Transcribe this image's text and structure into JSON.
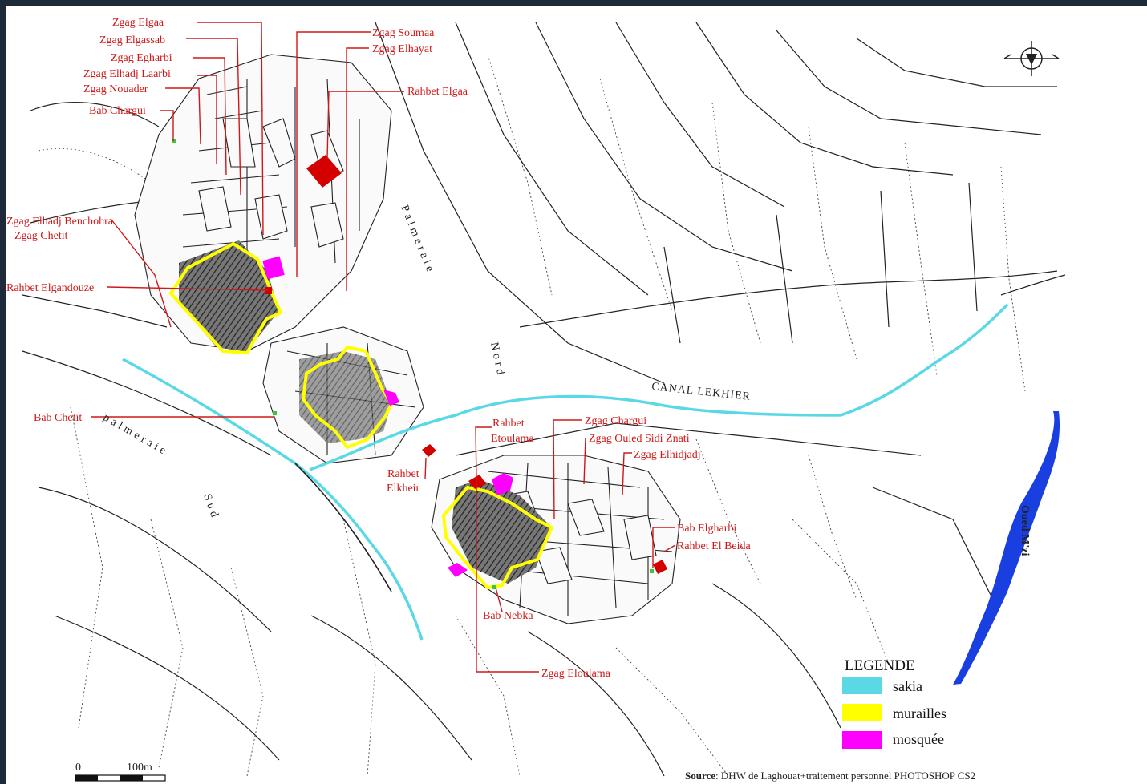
{
  "map": {
    "labels": {
      "zgag_elgaa": "Zgag Elgaa",
      "zgag_elgassab": "Zgag Elgassab",
      "zgag_egharbi": "Zgag Egharbi",
      "zgag_elhadj_laarbi": "Zgag Elhadj Laarbi",
      "zgag_nouader": "Zgag Nouader",
      "bab_chargui": "Bab Chargui",
      "zgag_soumaa": "Zgag Soumaa",
      "zgag_elhayat": "Zgag Elhayat",
      "rahbet_elgaa": "Rahbet Elgaa",
      "zgag_elhadj_benchohra": "Zgag Elhadj Benchohra",
      "zgag_chetit": "Zgag Chetit",
      "rahbet_elgandouze": "Rahbet Elgandouze",
      "bab_chetit": "Bab Chetit",
      "rahbet": "Rahbet",
      "etoulama": "Etoulama",
      "rahbet_2": "Rahbet",
      "elkheir": "Elkheir",
      "zgag_chargui": "Zgag Chargui",
      "zgag_ouled_sidi_znati": "Zgag Ouled Sidi Znati",
      "zgag_elhidjadj": "Zgag Elhidjadj",
      "bab_elgharbi": "Bab Elgharbi",
      "rahbet_el_beida": "Rahbet El Beida",
      "bab_nebka": "Bab Nebka",
      "zgag_eloulama": "Zgag Eloulama",
      "palmeraie_nord_1": "Palmeraie",
      "palmeraie_nord_2": "Nord",
      "palmeraie_sud_1": "palmeraie",
      "palmeraie_sud_2": "Sud",
      "canal": "CANAL LEKHIER",
      "oued": "Oued M'zi"
    },
    "legend": {
      "title": "LEGENDE",
      "items": [
        {
          "label": "sakia",
          "color": "#5ad8e6"
        },
        {
          "label": "murailles",
          "color": "#ffff00"
        },
        {
          "label": "mosquée",
          "color": "#ff00ff"
        }
      ]
    },
    "scale": {
      "start": "0",
      "end": "100m"
    },
    "source": {
      "prefix": "Source",
      "text": ": DHW de Laghouat+traitement personnel PHOTOSHOP CS2"
    },
    "colors": {
      "sakia": "#5ad8e6",
      "murailles": "#ffff00",
      "mosquee": "#ff00ff",
      "rahba": "#d40000",
      "oued": "#1a3fe0",
      "labels": "#d01818"
    },
    "compass": "north-arrow-icon"
  }
}
